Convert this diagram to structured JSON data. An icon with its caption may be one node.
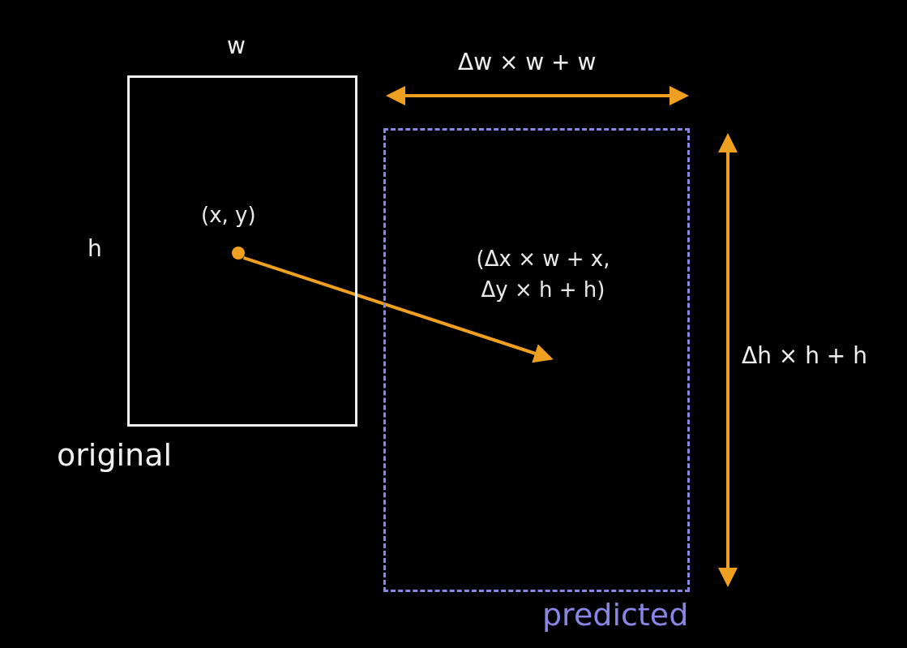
{
  "diagram": {
    "nodes": [
      {
        "text": [
          "original"
        ]
      },
      {
        "text": [
          "predicted"
        ]
      },
      {
        "text": [
          "(x, y)"
        ],
        "in": 0
      },
      {
        "text": [
          "(Δx × w + x, Δy × h + h)"
        ],
        "in": 1
      }
    ],
    "edges": [
      {
        "from": 2,
        "to": 3,
        "arrow": "to",
        "color": "#f0a020"
      }
    ],
    "labels": [
      "w",
      "Δw × w + w",
      "h",
      "Δh × h + h"
    ]
  }
}
